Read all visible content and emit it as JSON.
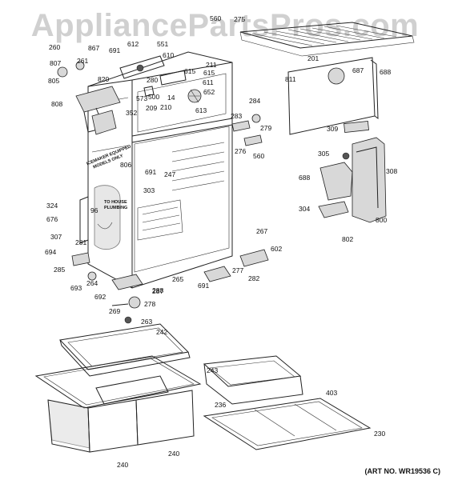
{
  "watermark": "AppliancePartsPros.com",
  "art_number": "(ART NO. WR19536 C)",
  "notes": {
    "icemaker_line1": "ICEMAKER EQUIPPED",
    "icemaker_line2": "MODELS ONLY",
    "house_line1": "TO HOUSE",
    "house_line2": "PLUMBING"
  },
  "labels": [
    "560",
    "275",
    "260",
    "867",
    "691",
    "612",
    "551",
    "610",
    "807",
    "261",
    "211",
    "805",
    "820",
    "615",
    "201",
    "811",
    "687",
    "688",
    "573",
    "280",
    "615",
    "611",
    "500",
    "14",
    "652",
    "209",
    "210",
    "613",
    "808",
    "352",
    "284",
    "283",
    "279",
    "309",
    "276",
    "560",
    "305",
    "806",
    "691",
    "247",
    "308",
    "688",
    "303",
    "324",
    "676",
    "96",
    "800",
    "304",
    "307",
    "267",
    "281",
    "802",
    "694",
    "602",
    "285",
    "277",
    "282",
    "693",
    "264",
    "265",
    "691",
    "288",
    "692",
    "287",
    "278",
    "269",
    "263",
    "242",
    "243",
    "236",
    "403",
    "230",
    "240",
    "240"
  ]
}
